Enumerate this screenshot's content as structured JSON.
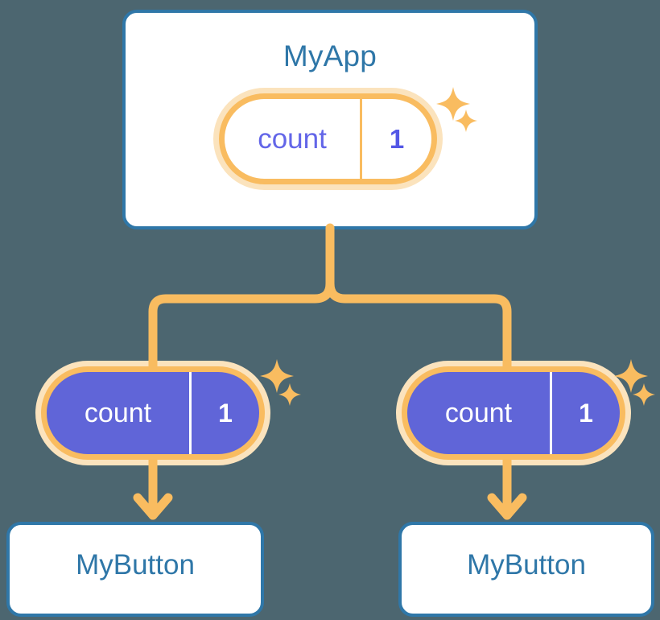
{
  "diagram": {
    "title_text": "MyApp",
    "background_color": "#4c6670",
    "accent_blue": "#2f77a8",
    "accent_orange": "#f9bc60",
    "accent_orange_light": "#fbe3bd",
    "accent_purple": "#6065d8"
  },
  "app_card": {
    "label": "MyApp",
    "state_pill": {
      "key": "count",
      "value": "1",
      "sparkle_large": "sparkle-icon",
      "sparkle_small": "sparkle-icon"
    }
  },
  "children": [
    {
      "card_label": "MyButton",
      "state_pill": {
        "key": "count",
        "value": "1"
      }
    },
    {
      "card_label": "MyButton",
      "state_pill": {
        "key": "count",
        "value": "1"
      }
    }
  ],
  "connectors": {
    "trunk": "vertical-line-from-app-card",
    "split": "tee-junction",
    "arrow_left": "arrow-down-icon",
    "arrow_right": "arrow-down-icon"
  }
}
